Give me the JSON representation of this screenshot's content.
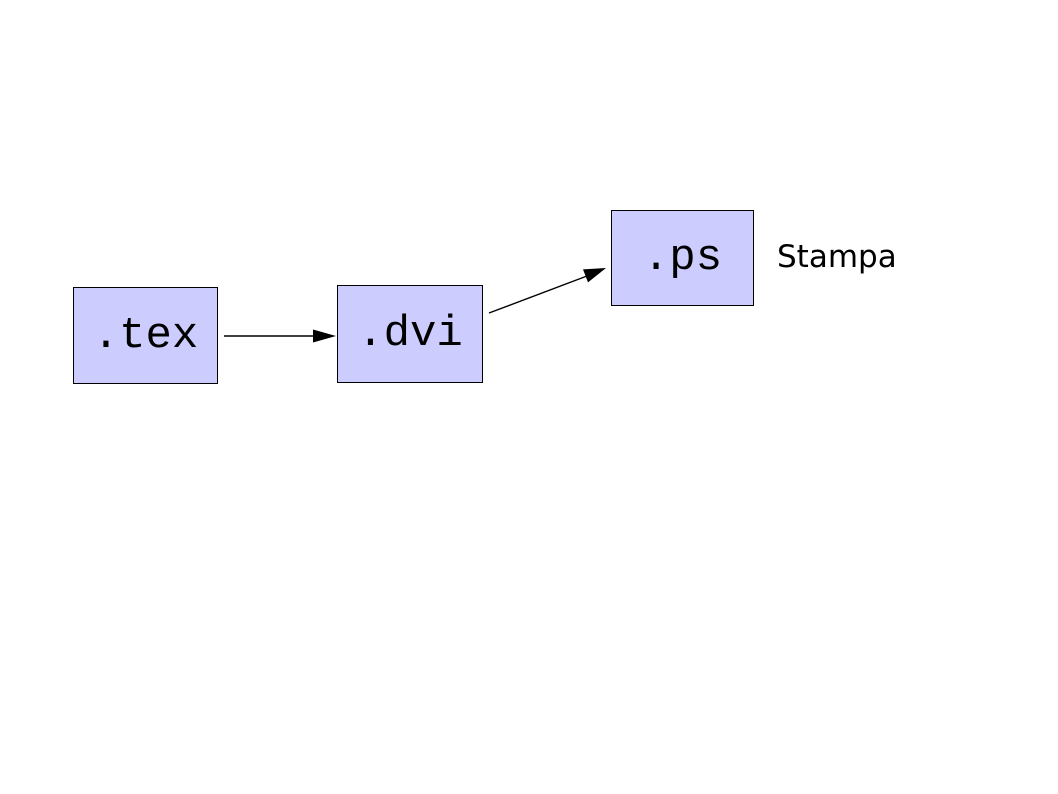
{
  "diagram": {
    "description": "LaTeX workflow diagram: .tex compiled to .dvi converted to .ps for printing",
    "colors": {
      "page_bg": "#ffffff",
      "box_fill": "#ccccff",
      "box_border": "#000000",
      "arrow_color": "#000000",
      "text_color": "#000000"
    },
    "nodes": [
      {
        "id": "tex",
        "label": ".tex"
      },
      {
        "id": "dvi",
        "label": ".dvi"
      },
      {
        "id": "ps",
        "label": ".ps"
      }
    ],
    "edges": [
      {
        "from": "tex",
        "to": "dvi"
      },
      {
        "from": "dvi",
        "to": "ps"
      }
    ],
    "annotations": [
      {
        "id": "stampa",
        "text": "Stampa"
      }
    ]
  }
}
